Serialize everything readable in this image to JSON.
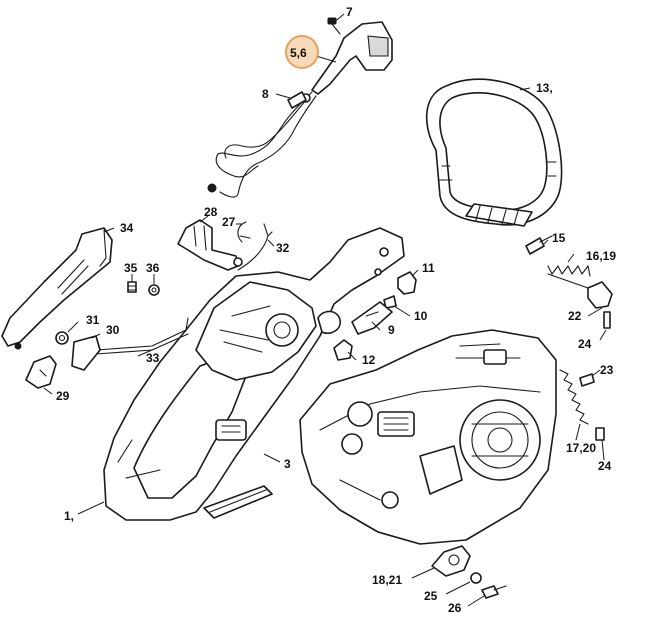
{
  "highlight_color": "#e8a15e",
  "highlight_fill": "#f8d9b8",
  "callouts": {
    "c7": "7",
    "c56": "5,6",
    "c8": "8",
    "c13": "13,",
    "c34": "34",
    "c28": "28",
    "c27": "27",
    "c32": "32",
    "c35": "35",
    "c36": "36",
    "c11": "11",
    "c15": "15",
    "c1619": "16,19",
    "c10": "10",
    "c31": "31",
    "c30": "30",
    "c9": "9",
    "c22": "22",
    "c24": "24",
    "c33": "33",
    "c12": "12",
    "c29": "29",
    "c23": "23",
    "c1720": "17,20",
    "c3": "3",
    "c24b": "24",
    "c1": "1,",
    "c1821": "18,21",
    "c25": "25",
    "c26": "26"
  }
}
